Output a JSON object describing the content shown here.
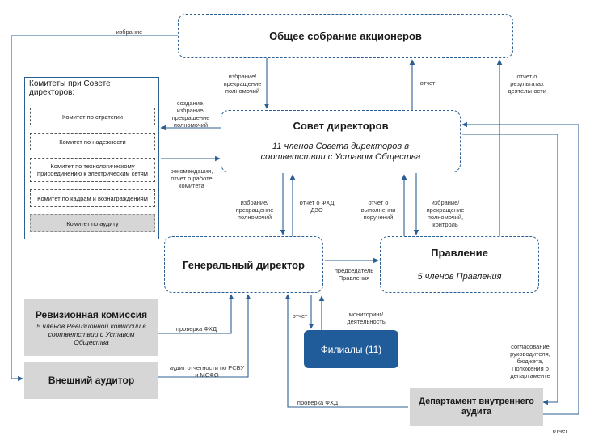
{
  "nodes": {
    "general_meeting": "Общее собрание акционеров",
    "board_title": "Совет директоров",
    "board_sub": "11 членов Совета директоров в соответствии с Уставом Общества",
    "ceo": "Генеральный директор",
    "management_title": "Правление",
    "management_sub": "5 членов Правления",
    "branches": "Филиалы (11)",
    "audit_comm_title": "Ревизионная комиссия",
    "audit_comm_sub": "5 членов Ревизионной комиссии в соответствии с Уставом Общества",
    "ext_auditor": "Внешний аудитор",
    "internal_audit": "Департамент внутреннего аудита"
  },
  "committees": {
    "panel_title": "Комитеты при Совете директоров:",
    "items": [
      "Комитет по стратегии",
      "Комитет по надежности",
      "Комитет по технологическому присоединению к электрическим сетям",
      "Комитет по кадрам и вознаграждениям",
      "Комитет по аудиту"
    ]
  },
  "labels": {
    "election_top": "избрание",
    "election_termination_1": "избрание/ прекращение полномочий",
    "report_1": "отчет",
    "report_results": "отчет о результатах деятельности",
    "creation": "создание, избрание/ прекращение полномочий",
    "recommendations": "рекомендации, отчет о работе комитета",
    "election_termination_2": "избрание/ прекращение полномочий",
    "report_fhd_dzo": "отчет о ФХД ДЗО",
    "report_orders": "отчет о выполнении поручений",
    "election_control": "избрание/ прекращение полномочий, контроль",
    "chairman": "председатель Правления",
    "monitoring": "мониторинг/ деятельность",
    "report_2": "отчет",
    "check_fhd_1": "проверка ФХД",
    "audit_rsbu": "аудит отчетности по РСБУ и МСФО",
    "check_fhd_2": "проверка ФХД",
    "agreement": "согласование руководителя, бюджета, Положения о департаменте",
    "report_3": "отчет"
  }
}
